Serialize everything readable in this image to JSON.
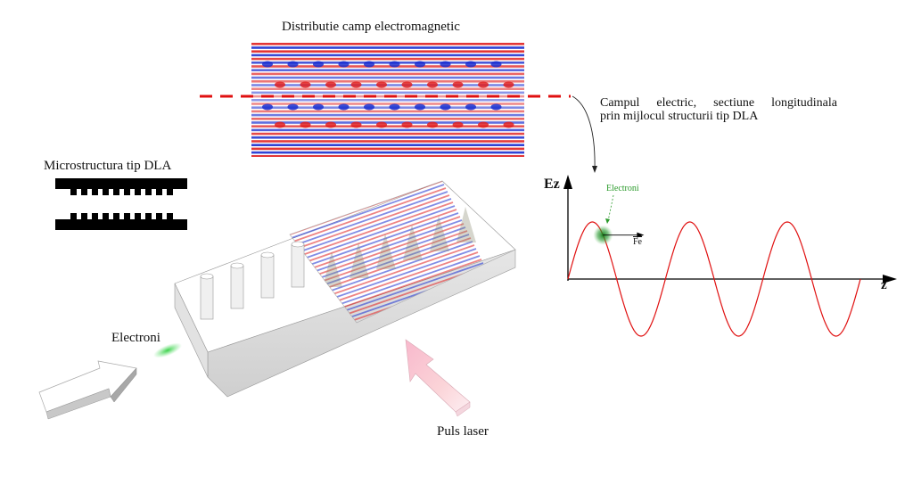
{
  "title_field": "Distributie camp electromagnetic",
  "annotation": {
    "line1": "Campul electric, sectiune longitudinala",
    "line2": "prin mijlocul structurii tip DLA"
  },
  "microstructure": {
    "title": "Microstructura tip DLA",
    "teeth_per_plate": 10
  },
  "labels": {
    "electrons_left": "Electroni",
    "laser": "Puls laser",
    "electrons_plot": "Electroni",
    "force": "Fe"
  },
  "plot": {
    "y_axis_label": "Ez",
    "x_axis_label": "z",
    "wave_periods": 3.0,
    "electron_phase_fraction": 0.36
  },
  "colors": {
    "wave": "#e01010",
    "dashed_section": "#e01010",
    "electron_green": "#1e9c2a",
    "field_red": "#e02020",
    "field_blue": "#1a2fd0",
    "laser_pink": "#f8c8d4",
    "structure_gray": "#d8d8d8"
  }
}
